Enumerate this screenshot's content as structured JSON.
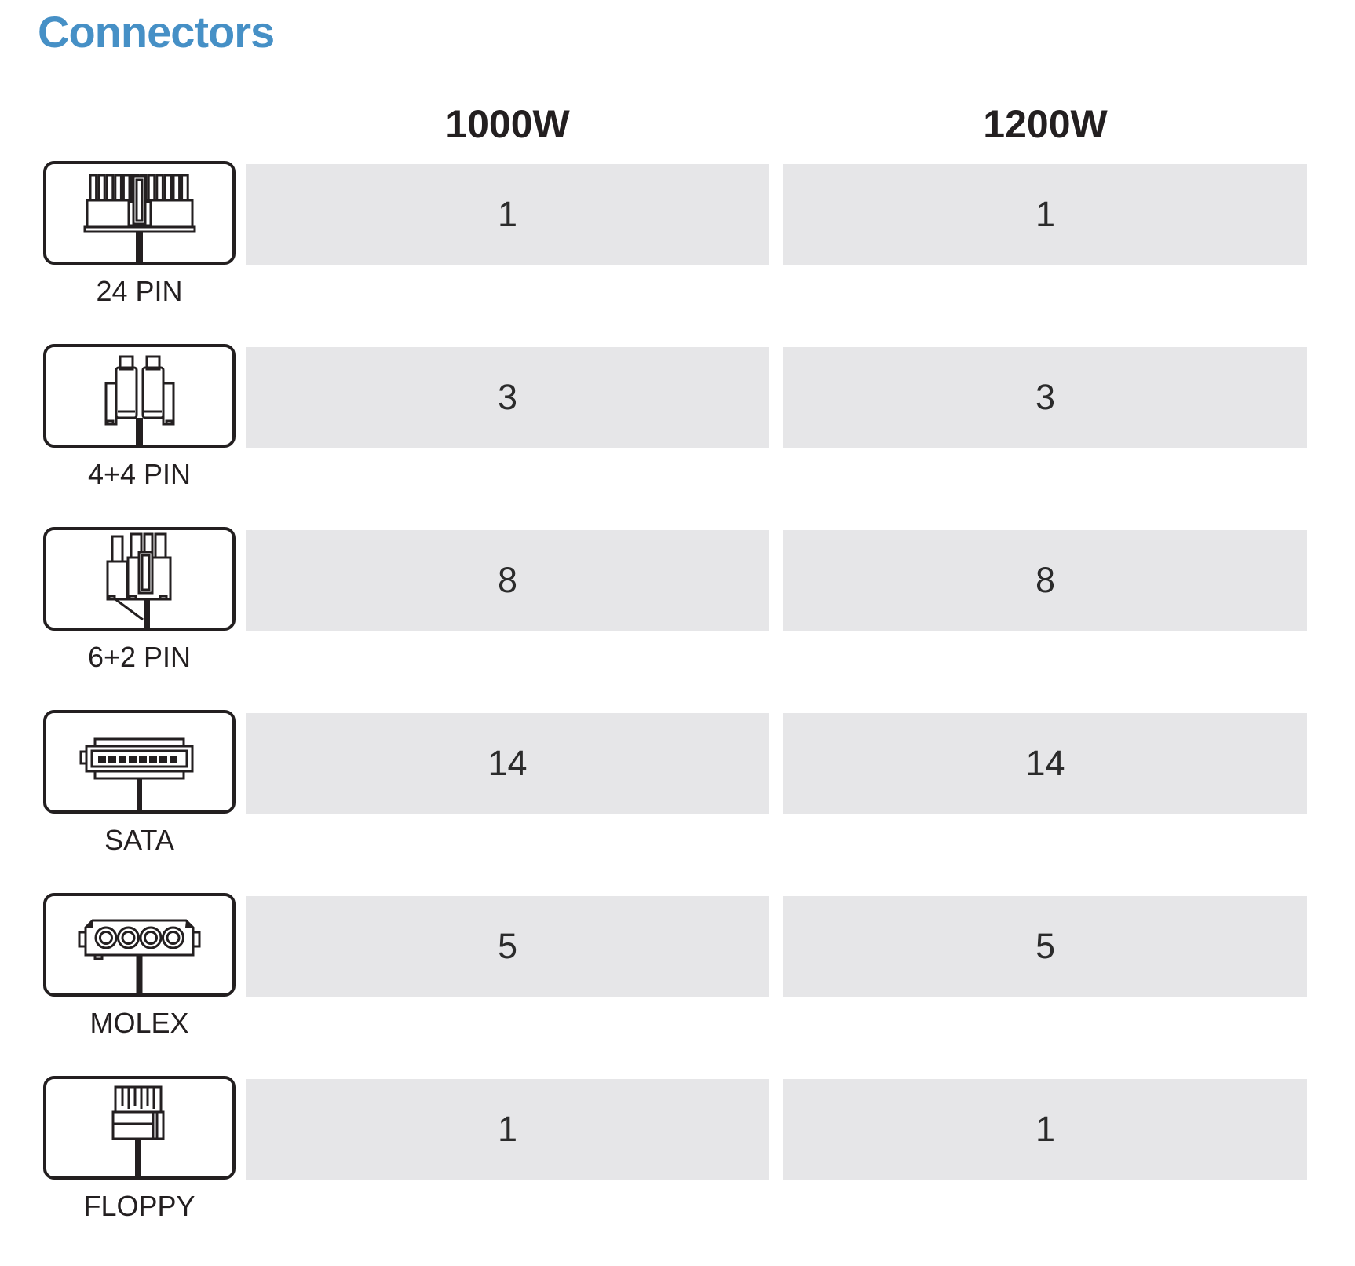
{
  "title": "Connectors",
  "columns": [
    "1000W",
    "1200W"
  ],
  "rows": [
    {
      "label": "24 PIN",
      "icon": "24-pin-connector-icon",
      "values": [
        "1",
        "1"
      ]
    },
    {
      "label": "4+4 PIN",
      "icon": "4plus4-pin-connector-icon",
      "values": [
        "3",
        "3"
      ]
    },
    {
      "label": "6+2 PIN",
      "icon": "6plus2-pin-connector-icon",
      "values": [
        "8",
        "8"
      ]
    },
    {
      "label": "SATA",
      "icon": "sata-connector-icon",
      "values": [
        "14",
        "14"
      ]
    },
    {
      "label": "MOLEX",
      "icon": "molex-connector-icon",
      "values": [
        "5",
        "5"
      ]
    },
    {
      "label": "FLOPPY",
      "icon": "floppy-connector-icon",
      "values": [
        "1",
        "1"
      ]
    }
  ],
  "colors": {
    "accent": "#4690c6",
    "cell-bg": "#e6e6e8",
    "ink": "#231f20"
  }
}
